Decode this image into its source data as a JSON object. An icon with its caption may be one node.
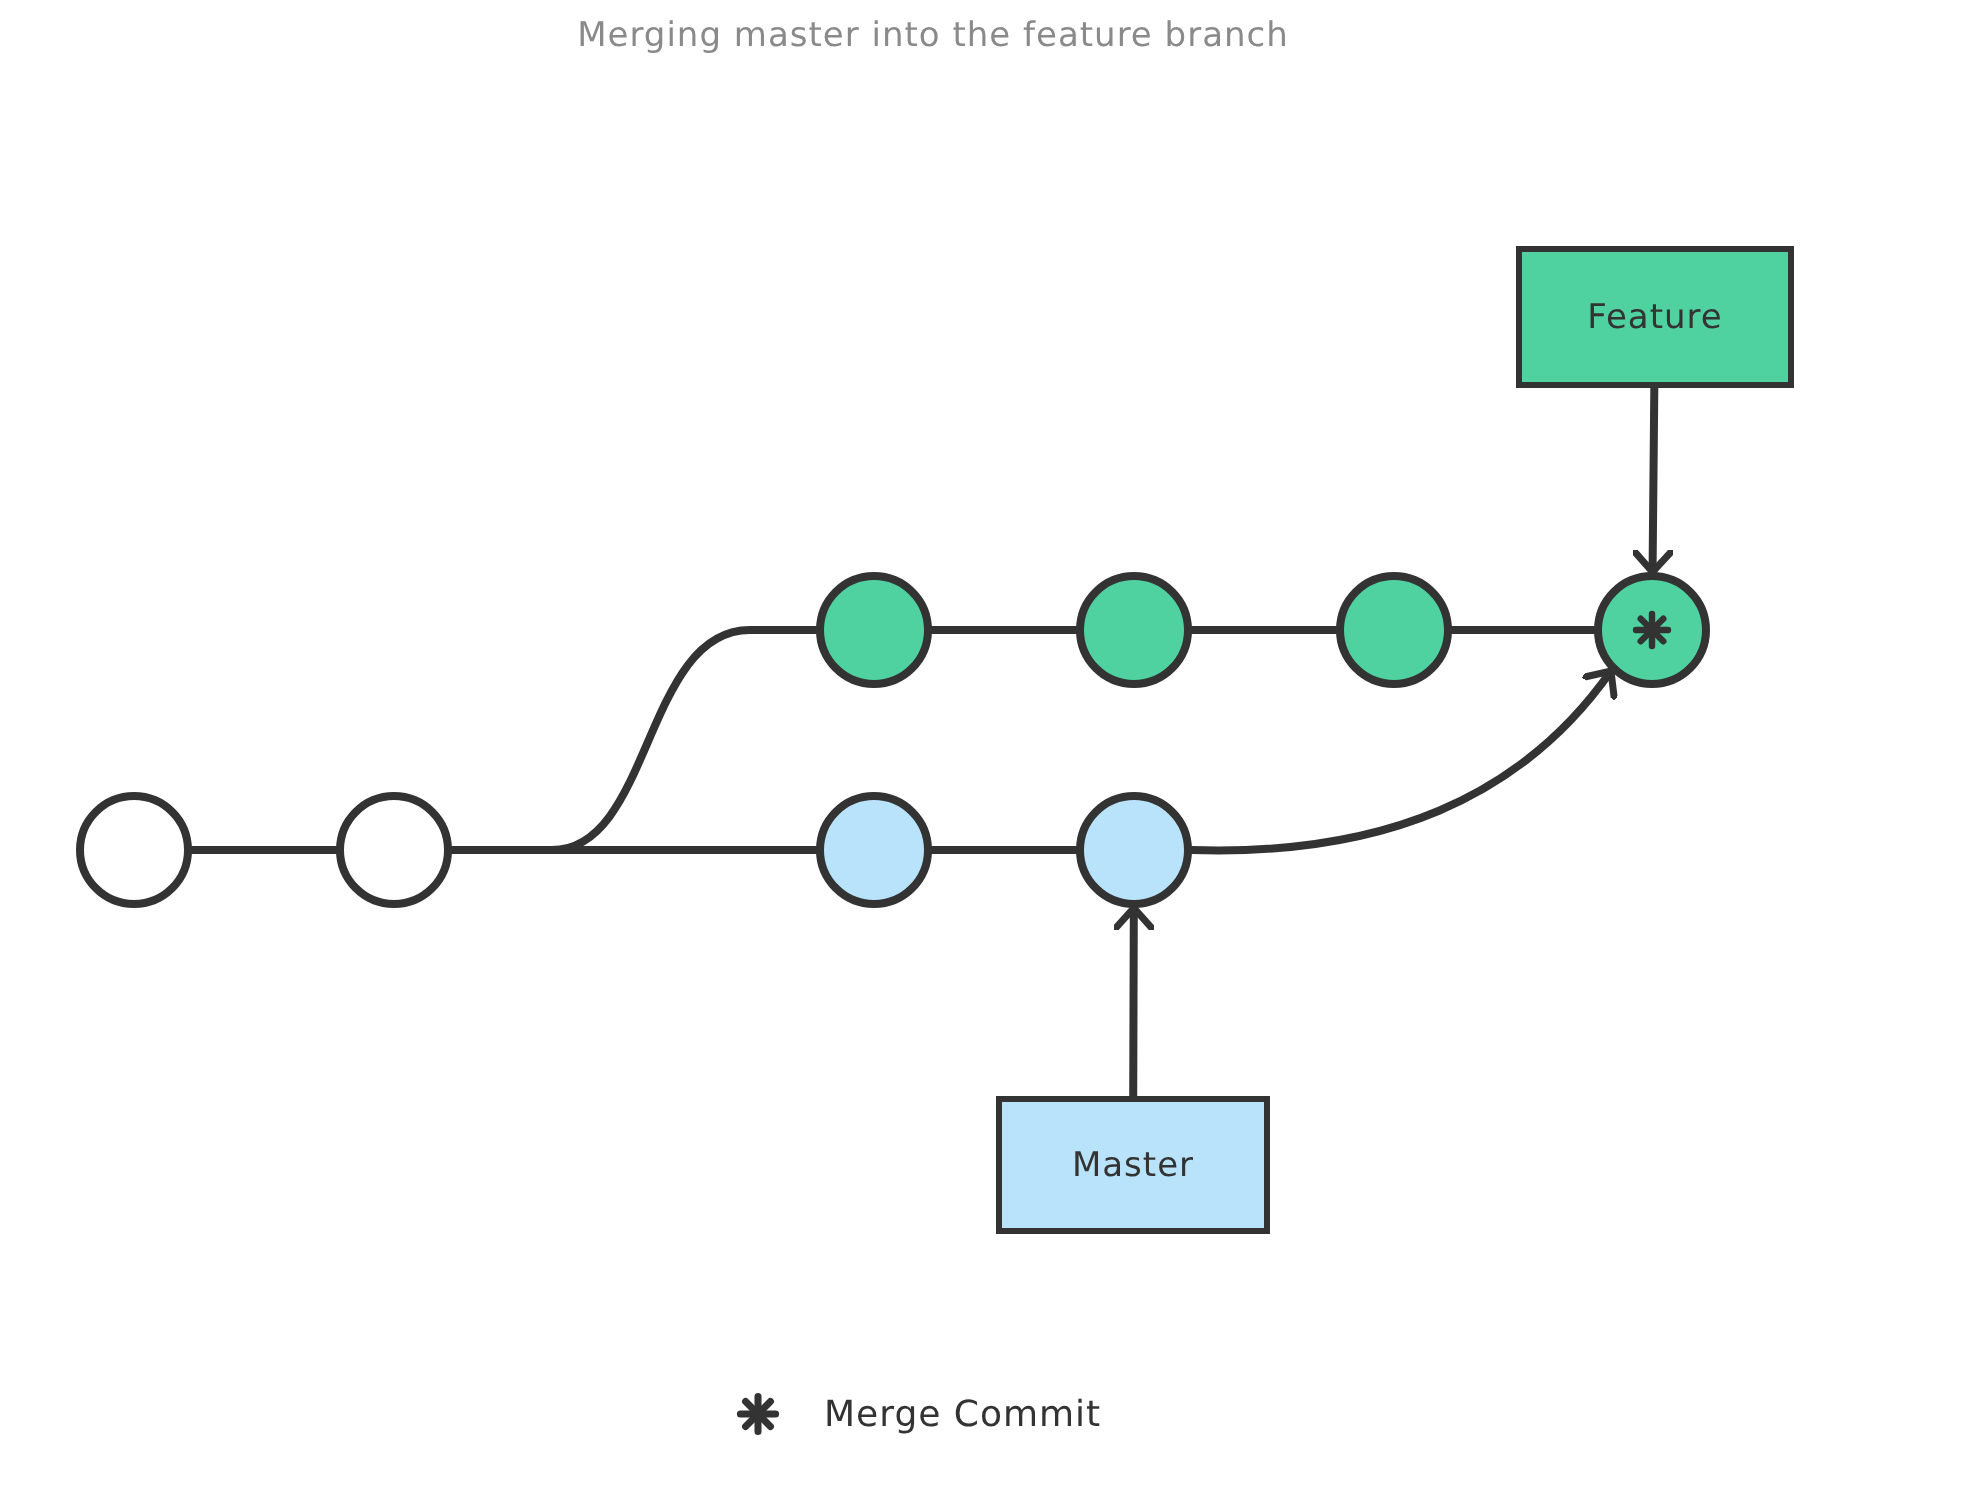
{
  "diagram": {
    "title": "Merging master into the feature branch",
    "nodes": [
      {
        "text": [
          "Feature"
        ]
      },
      {
        "text": [],
        "shape": "circle"
      },
      {
        "text": [],
        "shape": "circle"
      },
      {
        "text": [],
        "shape": "circle"
      },
      {
        "text": [],
        "shape": "circle"
      },
      {
        "text": [],
        "shape": "circle"
      },
      {
        "text": [],
        "shape": "circle"
      },
      {
        "text": [],
        "shape": "circle"
      },
      {
        "text": [],
        "shape": "circle"
      },
      {
        "text": [
          "Master"
        ]
      }
    ],
    "edges": [
      {
        "from": 5,
        "to": 6,
        "arrow": "none"
      },
      {
        "from": 6,
        "to": 1,
        "arrow": "none"
      },
      {
        "from": 1,
        "to": 2,
        "arrow": "none"
      },
      {
        "from": 2,
        "to": 3,
        "arrow": "none"
      },
      {
        "from": 3,
        "to": 4,
        "arrow": "none"
      },
      {
        "from": 6,
        "to": 7,
        "arrow": "none"
      },
      {
        "from": 7,
        "to": 8,
        "arrow": "none"
      },
      {
        "from": 8,
        "to": 4,
        "arrow": "to"
      },
      {
        "from": 0,
        "to": 4,
        "arrow": "to"
      },
      {
        "from": 9,
        "to": 8,
        "arrow": "to"
      }
    ],
    "legend": [
      {
        "text": "Merge Commit"
      }
    ]
  }
}
